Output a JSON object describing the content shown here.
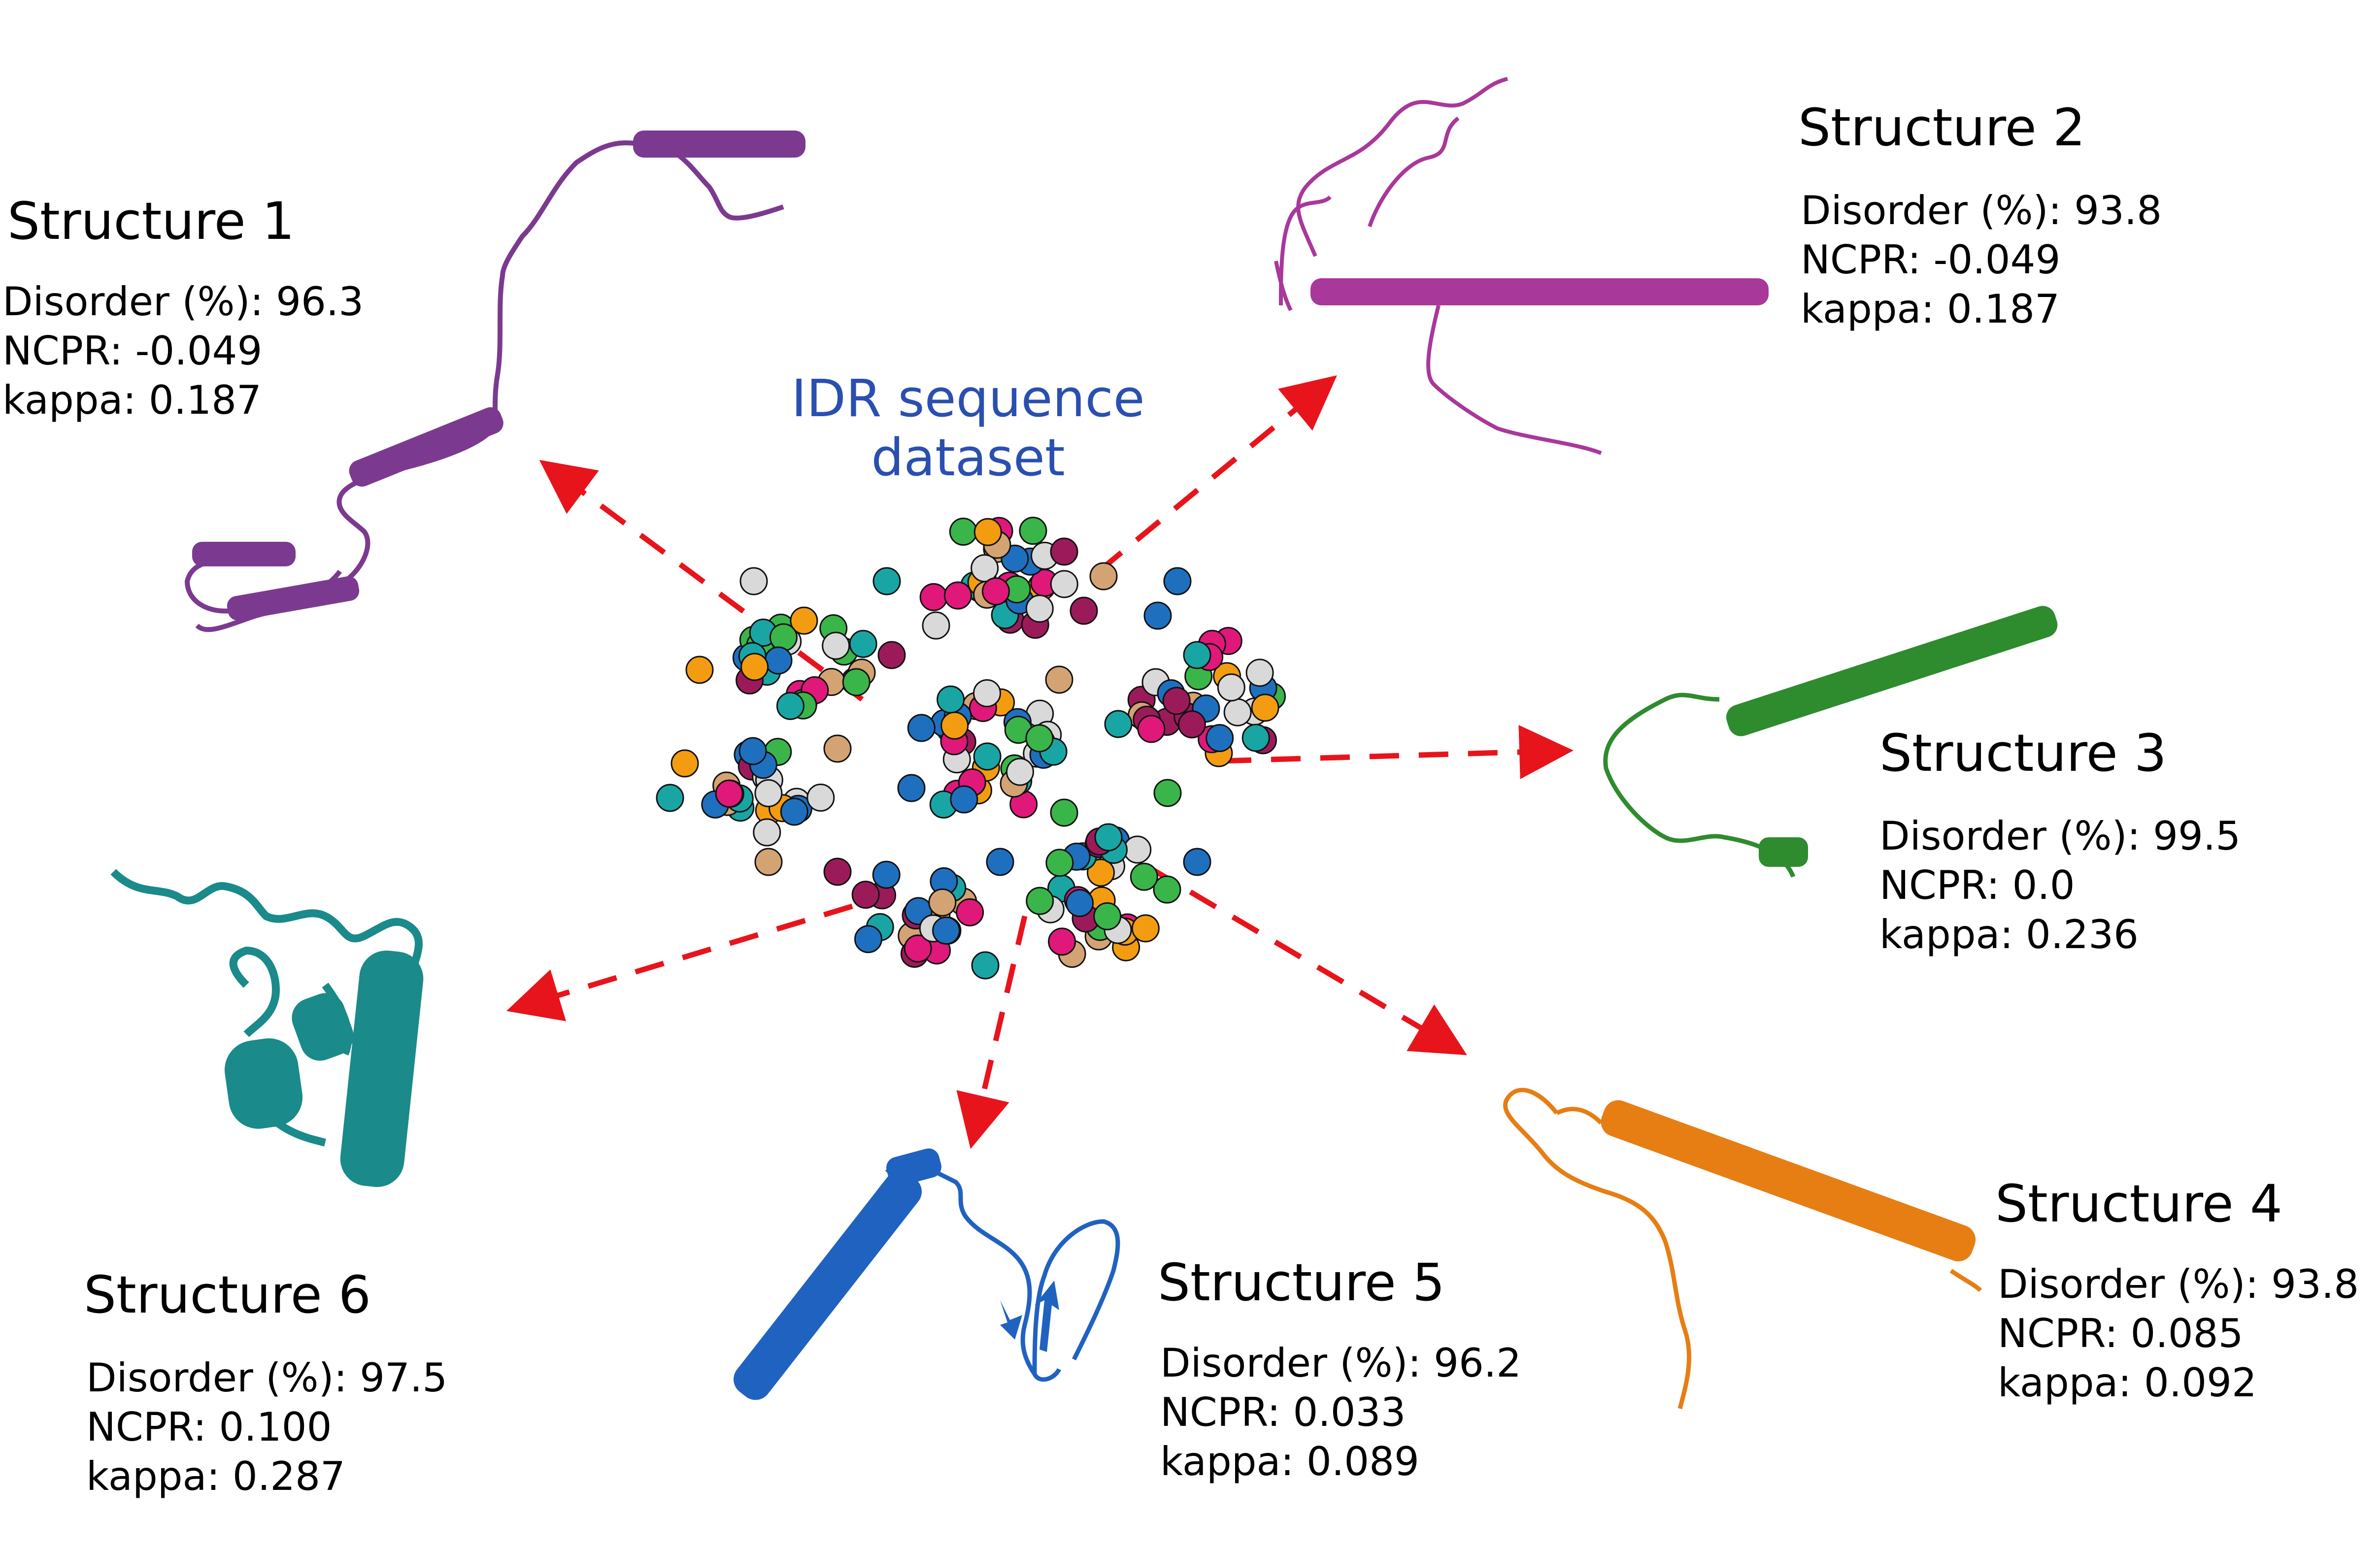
{
  "center": {
    "title_line1": "IDR sequence",
    "title_line2": "dataset",
    "title_color": "#2a4fb0"
  },
  "colors": {
    "arrow": "#e8141c",
    "beads": [
      "#1f6fbf",
      "#3ab54a",
      "#f39c12",
      "#d9d9d9",
      "#e0187a",
      "#9b1b5a",
      "#1aa5a5",
      "#d4a373"
    ]
  },
  "structures": [
    {
      "title": "Structure 1",
      "disorder": "Disorder (%): 96.3",
      "ncpr": "NCPR: -0.049",
      "kappa": "kappa: 0.187",
      "color": "#7b3a8f"
    },
    {
      "title": "Structure 2",
      "disorder": "Disorder (%): 93.8",
      "ncpr": "NCPR: -0.049",
      "kappa": "kappa: 0.187",
      "color": "#a8389a"
    },
    {
      "title": "Structure 3",
      "disorder": "Disorder (%): 99.5",
      "ncpr": "NCPR: 0.0",
      "kappa": "kappa: 0.236",
      "color": "#2e8b2e"
    },
    {
      "title": "Structure 4",
      "disorder": "Disorder (%): 93.8",
      "ncpr": "NCPR: 0.085",
      "kappa": "kappa: 0.092",
      "color": "#e67e14"
    },
    {
      "title": "Structure 5",
      "disorder": "Disorder (%): 96.2",
      "ncpr": "NCPR: 0.033",
      "kappa": "kappa: 0.089",
      "color": "#2062c0"
    },
    {
      "title": "Structure 6",
      "disorder": "Disorder (%): 97.5",
      "ncpr": "NCPR: 0.100",
      "kappa": "kappa: 0.287",
      "color": "#1a8a8a"
    }
  ]
}
